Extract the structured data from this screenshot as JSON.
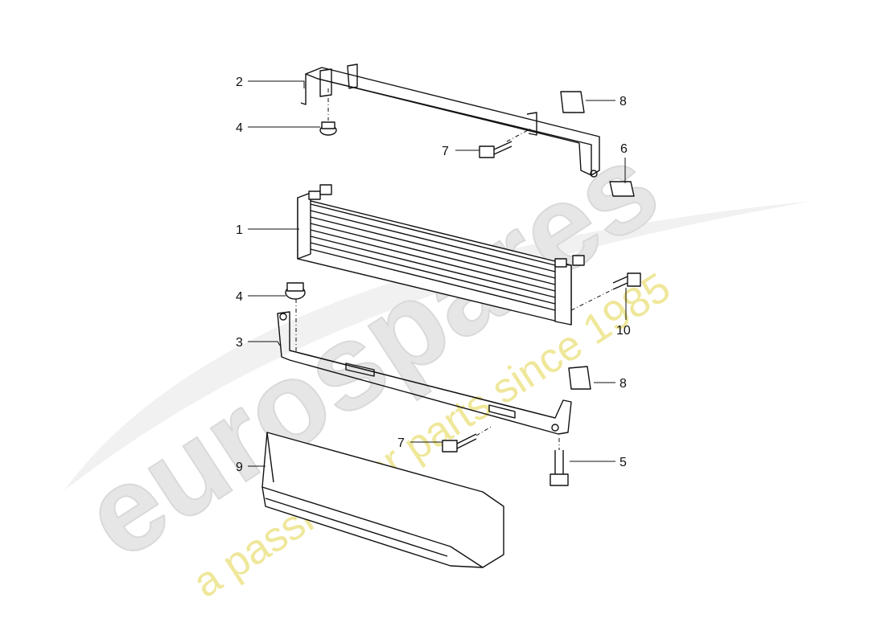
{
  "watermark": {
    "logo_text": "eurospares",
    "tagline": "a passion for parts since 1985"
  },
  "callouts": {
    "c1": "1",
    "c2": "2",
    "c3": "3",
    "c4a": "4",
    "c4b": "4",
    "c5": "5",
    "c6": "6",
    "c7a": "7",
    "c7b": "7",
    "c8a": "8",
    "c8b": "8",
    "c9": "9",
    "c10": "10"
  }
}
